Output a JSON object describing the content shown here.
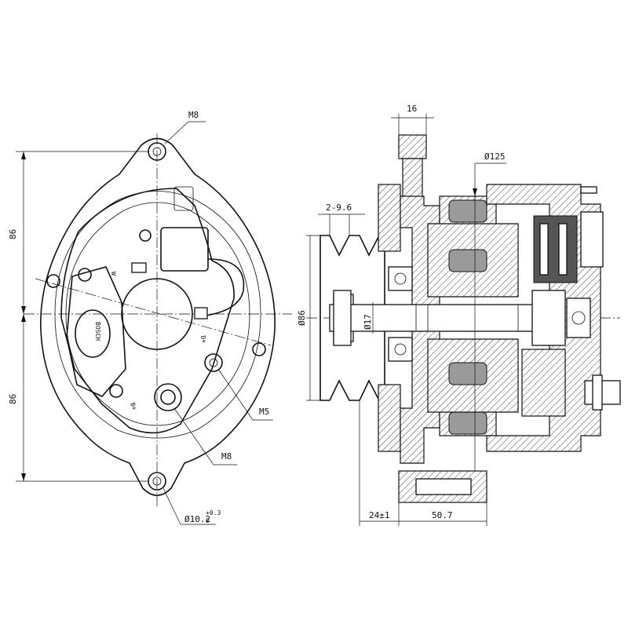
{
  "front_view": {
    "dim_m8_top": "M8",
    "dim_height_upper": "86",
    "dim_height_lower": "86",
    "label_w": "W",
    "label_brand": "BOSCH",
    "label_d_plus": "D+",
    "label_b_plus": "B+",
    "dim_m5": "M5",
    "dim_m8_bottom": "M8",
    "dim_hole": "Ø10.2",
    "dim_hole_tol_upper": "+0.3",
    "dim_hole_tol_lower": "0"
  },
  "side_view": {
    "dim_width_top": "16",
    "dim_body_dia": "Ø125",
    "dim_pulley": "2-9.6",
    "dim_pulley_dia": "Ø86",
    "dim_shaft_dia": "Ø17",
    "dim_offset": "24±1",
    "dim_length": "50.7"
  }
}
